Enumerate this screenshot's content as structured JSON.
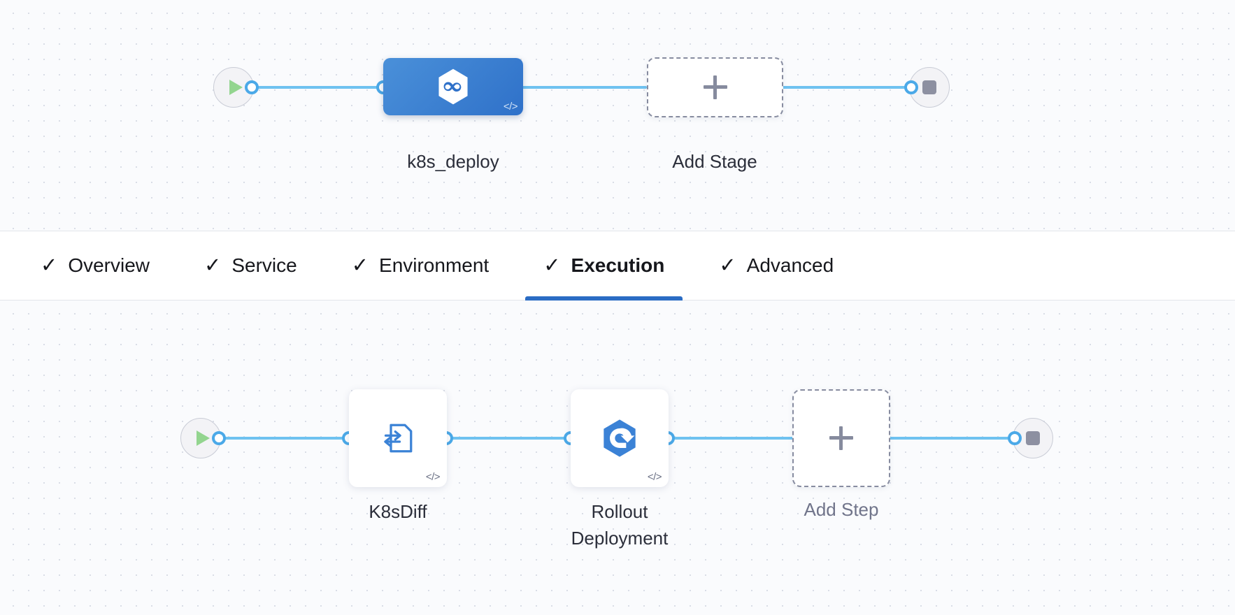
{
  "stage_canvas": {
    "start_node": {
      "icon": "play-icon",
      "label": ""
    },
    "end_node": {
      "icon": "stop-icon",
      "label": ""
    },
    "nodes": [
      {
        "id": "k8s_deploy",
        "label": "k8s_deploy",
        "icon": "harness-deploy-hexagon-icon",
        "badge": "</>",
        "type": "stage"
      },
      {
        "id": "add_stage",
        "label": "Add Stage",
        "icon": "plus-icon",
        "type": "add"
      }
    ]
  },
  "tabs": {
    "items": [
      {
        "label": "Overview",
        "check": "✓",
        "active": false
      },
      {
        "label": "Service",
        "check": "✓",
        "active": false
      },
      {
        "label": "Environment",
        "check": "✓",
        "active": false
      },
      {
        "label": "Execution",
        "check": "✓",
        "active": true
      },
      {
        "label": "Advanced",
        "check": "✓",
        "active": false
      }
    ],
    "active_color": "#2b6cc4"
  },
  "step_canvas": {
    "start_node": {
      "icon": "play-icon",
      "label": ""
    },
    "end_node": {
      "icon": "stop-icon",
      "label": ""
    },
    "nodes": [
      {
        "id": "k8sdiff",
        "label": "K8sDiff",
        "icon": "k8s-diff-document-icon",
        "badge": "</>",
        "type": "step"
      },
      {
        "id": "rollout_deployment",
        "label": "Rollout\nDeployment",
        "icon": "rollout-hexagon-icon",
        "badge": "</>",
        "type": "step"
      },
      {
        "id": "add_step",
        "label": "Add Step",
        "icon": "plus-icon",
        "type": "add"
      }
    ]
  },
  "colors": {
    "connector": "#6fc2f0",
    "port_ring": "#4ba9e8",
    "stage_blue": "#3a7fd0",
    "icon_blue": "#3b82d6",
    "play_green": "#93d58f",
    "stop_gray": "#8d90a1",
    "dashed_border": "#878ca0"
  }
}
